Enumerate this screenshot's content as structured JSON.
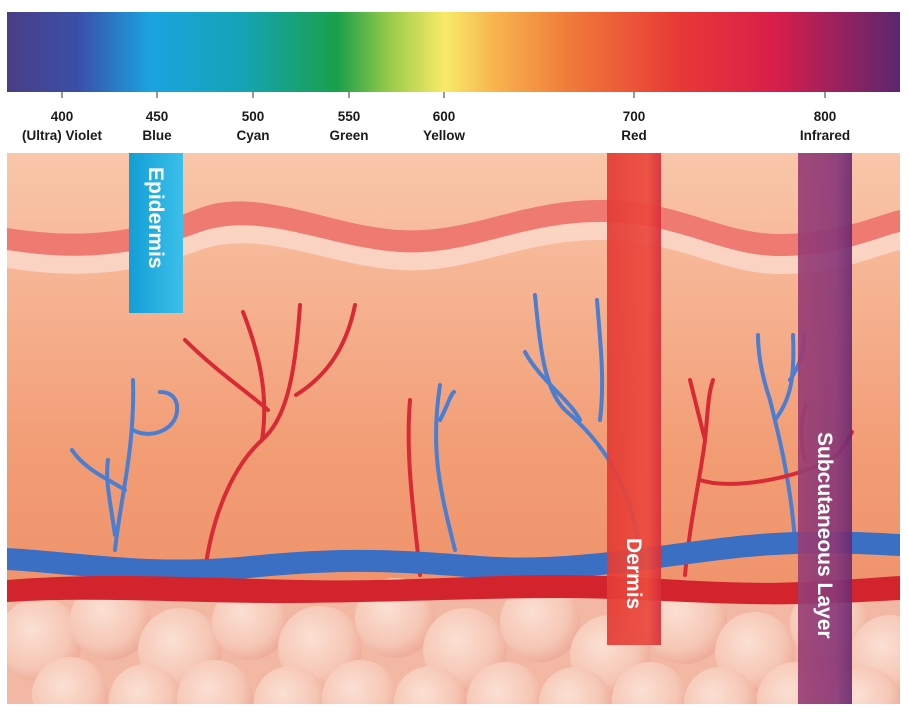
{
  "spectrum": {
    "ticks": [
      {
        "value": "400",
        "label": "(Ultra) Violet"
      },
      {
        "value": "450",
        "label": "Blue"
      },
      {
        "value": "500",
        "label": "Cyan"
      },
      {
        "value": "550",
        "label": "Green"
      },
      {
        "value": "600",
        "label": "Yellow"
      },
      {
        "value": "700",
        "label": "Red"
      },
      {
        "value": "800",
        "label": "Infrared"
      }
    ]
  },
  "beams": {
    "blue": {
      "label": "Epidermis",
      "color": "#1aa8dc"
    },
    "red": {
      "label": "Dermis",
      "color": "#e8443a"
    },
    "infrared": {
      "label": "Subcutaneous Layer",
      "color": "#8a3a78"
    }
  },
  "colors": {
    "skin_top": "#f8c4a8",
    "skin_mid": "#f1946c",
    "vein": "#3a6fc4",
    "artery": "#d3242e",
    "fat": "#f5c0b0"
  }
}
